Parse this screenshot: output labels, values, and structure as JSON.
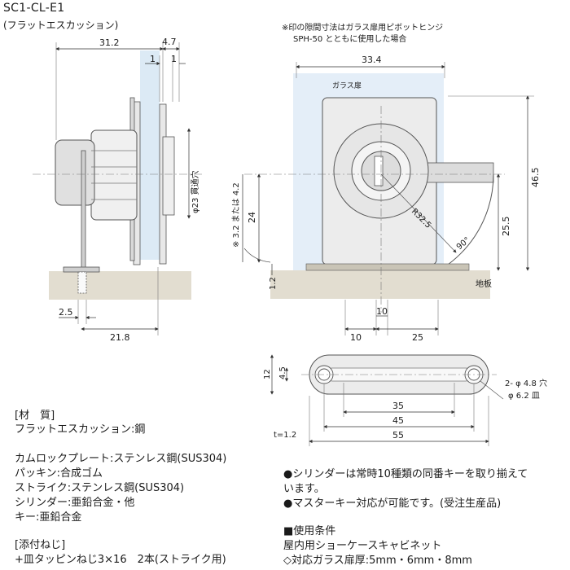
{
  "header": {
    "model": "SC1-CL-E1",
    "subtitle": "(フラットエスカッション)",
    "note_line1": "※印の隙間寸法はガラス扉用ピボットヒンジ",
    "note_line2": "SPH-50 とともに使用した場合"
  },
  "side_view": {
    "dim_31_2": "31.2",
    "dim_4_7": "4.7",
    "dim_1a": "1",
    "dim_1b": "1",
    "dim_phi23": "φ23 貫通穴",
    "dim_2_5": "2.5",
    "dim_21_8": "21.8"
  },
  "front_view": {
    "dim_33_4": "33.4",
    "label_glass_door": "ガラス扉",
    "dim_46_5": "46.5",
    "dim_25_5": "25.5",
    "dim_24": "24",
    "dim_gap": "※ 3.2 または 4.2",
    "dim_r32_5": "R32.5",
    "dim_90": "90°",
    "dim_1_2": "1.2",
    "label_floor_plate": "地板",
    "dim_10a": "10",
    "dim_10b": "10",
    "dim_25": "25"
  },
  "strike_view": {
    "dim_12": "12",
    "dim_4_5": "4.5",
    "hole_spec_1": "2- φ 4.8 穴",
    "hole_spec_2": "φ 6.2 皿",
    "dim_35": "35",
    "dim_45": "45",
    "dim_55": "55",
    "dim_t": "t=1.2"
  },
  "materials": {
    "heading": "[材　質]",
    "lines": [
      "フラットエスカッション:鋼",
      "",
      "カムロックプレート:ステンレス鋼(SUS304)",
      "パッキン:合成ゴム",
      "ストライク:ステンレス鋼(SUS304)",
      "シリンダー:亜鉛合金・他",
      "キー:亜鉛合金"
    ],
    "screws_heading": "[添付ねじ]",
    "screws_line": "+皿タッピンねじ3×16　2本(ストライク用)"
  },
  "features": {
    "bullet1_line1": "●シリンダーは常時10種類の同番キーを取り揃えて",
    "bullet1_line2": "います。",
    "bullet2": "●マスターキー対応が可能です。(受注生産品)",
    "conditions_heading": "■使用条件",
    "conditions_line1": "屋内用ショーケースキャビネット",
    "conditions_line2": "◇対応ガラス扉厚:5mm・6mm・8mm"
  }
}
